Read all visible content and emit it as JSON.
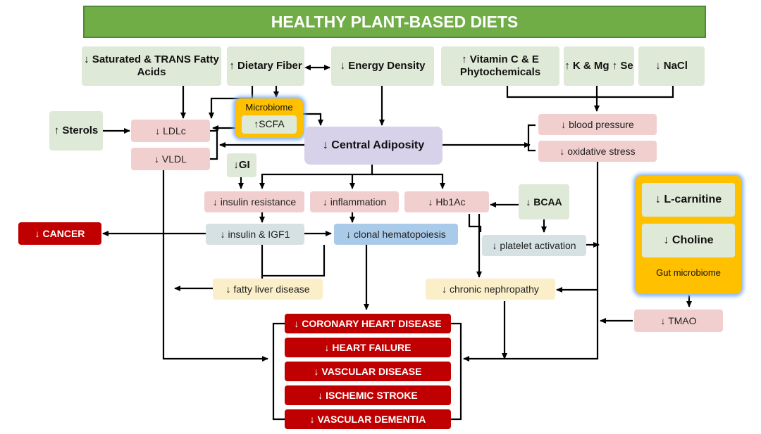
{
  "title": "HEALTHY PLANT-BASED DIETS",
  "nodes": {
    "sat_fat": "↓ Saturated & TRANS Fatty Acids",
    "fiber": "↑ Dietary Fiber",
    "energy": "↓ Energy Density",
    "vitamin": "↑ Vitamin C & E Phytochemicals",
    "kmg": "↑ K & Mg ↑ Se",
    "nacl": "↓ NaCl",
    "sterols": "↑ Sterols",
    "ldlc": "↓ LDLc",
    "vldl": "↓ VLDL",
    "microbiome_label": "Microbiome",
    "scfa": "↑SCFA",
    "central_adiposity": "↓ Central Adiposity",
    "blood_pressure": "↓ blood pressure",
    "oxidative_stress": "↓ oxidative stress",
    "gi": "↓GI",
    "insulin_resistance": "↓ insulin resistance",
    "inflammation": "↓ inflammation",
    "hb1ac": "↓ Hb1Ac",
    "bcaa": "↓ BCAA",
    "cancer": "↓ CANCER",
    "insulin_igf1": "↓ insulin & IGF1",
    "clonal": "↓ clonal hematopoiesis",
    "platelet": "↓ platelet activation",
    "lcarnitine": "↓ L-carnitine",
    "choline": "↓ Choline",
    "gut_microbiome": "Gut microbiome",
    "fatty_liver": "↓ fatty liver disease",
    "nephropathy": "↓ chronic nephropathy",
    "tmao": "↓ TMAO",
    "chd": "↓ CORONARY HEART DISEASE",
    "hf": "↓ HEART FAILURE",
    "vasc": "↓ VASCULAR DISEASE",
    "stroke": "↓ ISCHEMIC STROKE",
    "dementia": "↓ VASCULAR DEMENTIA"
  }
}
